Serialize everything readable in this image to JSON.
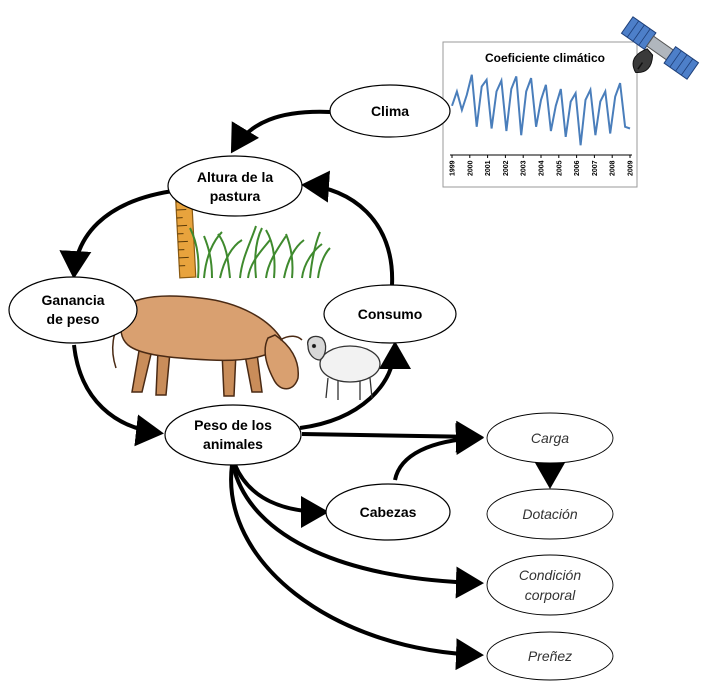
{
  "nodes": {
    "clima": "Clima",
    "altura_line1": "Altura  de la",
    "altura_line2": "pastura",
    "ganancia_line1": "Ganancia",
    "ganancia_line2": "de peso",
    "consumo": "Consumo",
    "peso_line1": "Peso de los",
    "peso_line2": "animales",
    "cabezas": "Cabezas",
    "carga": "Carga",
    "dotacion": "Dotación",
    "condicion_line1": "Condición",
    "condicion_line2": "corporal",
    "prenez": "Preñez"
  },
  "colors": {
    "line": "#4a7ebb",
    "arrow": "#000000",
    "ruler": "#e8a33d",
    "grass": "#3f8a2e",
    "cow": "#d9a070",
    "sheep": "#f2f2f2"
  },
  "icons": [
    "satellite-icon",
    "ruler-icon",
    "grass-icon",
    "cow-icon",
    "sheep-icon"
  ],
  "chart_data": {
    "type": "line",
    "title": "Coeficiente climático",
    "xlabel": "",
    "ylabel": "",
    "categories": [
      "1999",
      "2000",
      "2001",
      "2002",
      "2003",
      "2004",
      "2005",
      "2006",
      "2007",
      "2008",
      "2009"
    ],
    "ylim": [
      0,
      1
    ],
    "series": [
      {
        "values": [
          0.55,
          0.72,
          0.5,
          0.68,
          0.92,
          0.3,
          0.78,
          0.86,
          0.28,
          0.72,
          0.85,
          0.25,
          0.75,
          0.9,
          0.2,
          0.72,
          0.88,
          0.3,
          0.62,
          0.8,
          0.25,
          0.55,
          0.75,
          0.18,
          0.6,
          0.7,
          0.08,
          0.62,
          0.74,
          0.2,
          0.6,
          0.72,
          0.22,
          0.66,
          0.82,
          0.3,
          0.28
        ]
      }
    ]
  }
}
